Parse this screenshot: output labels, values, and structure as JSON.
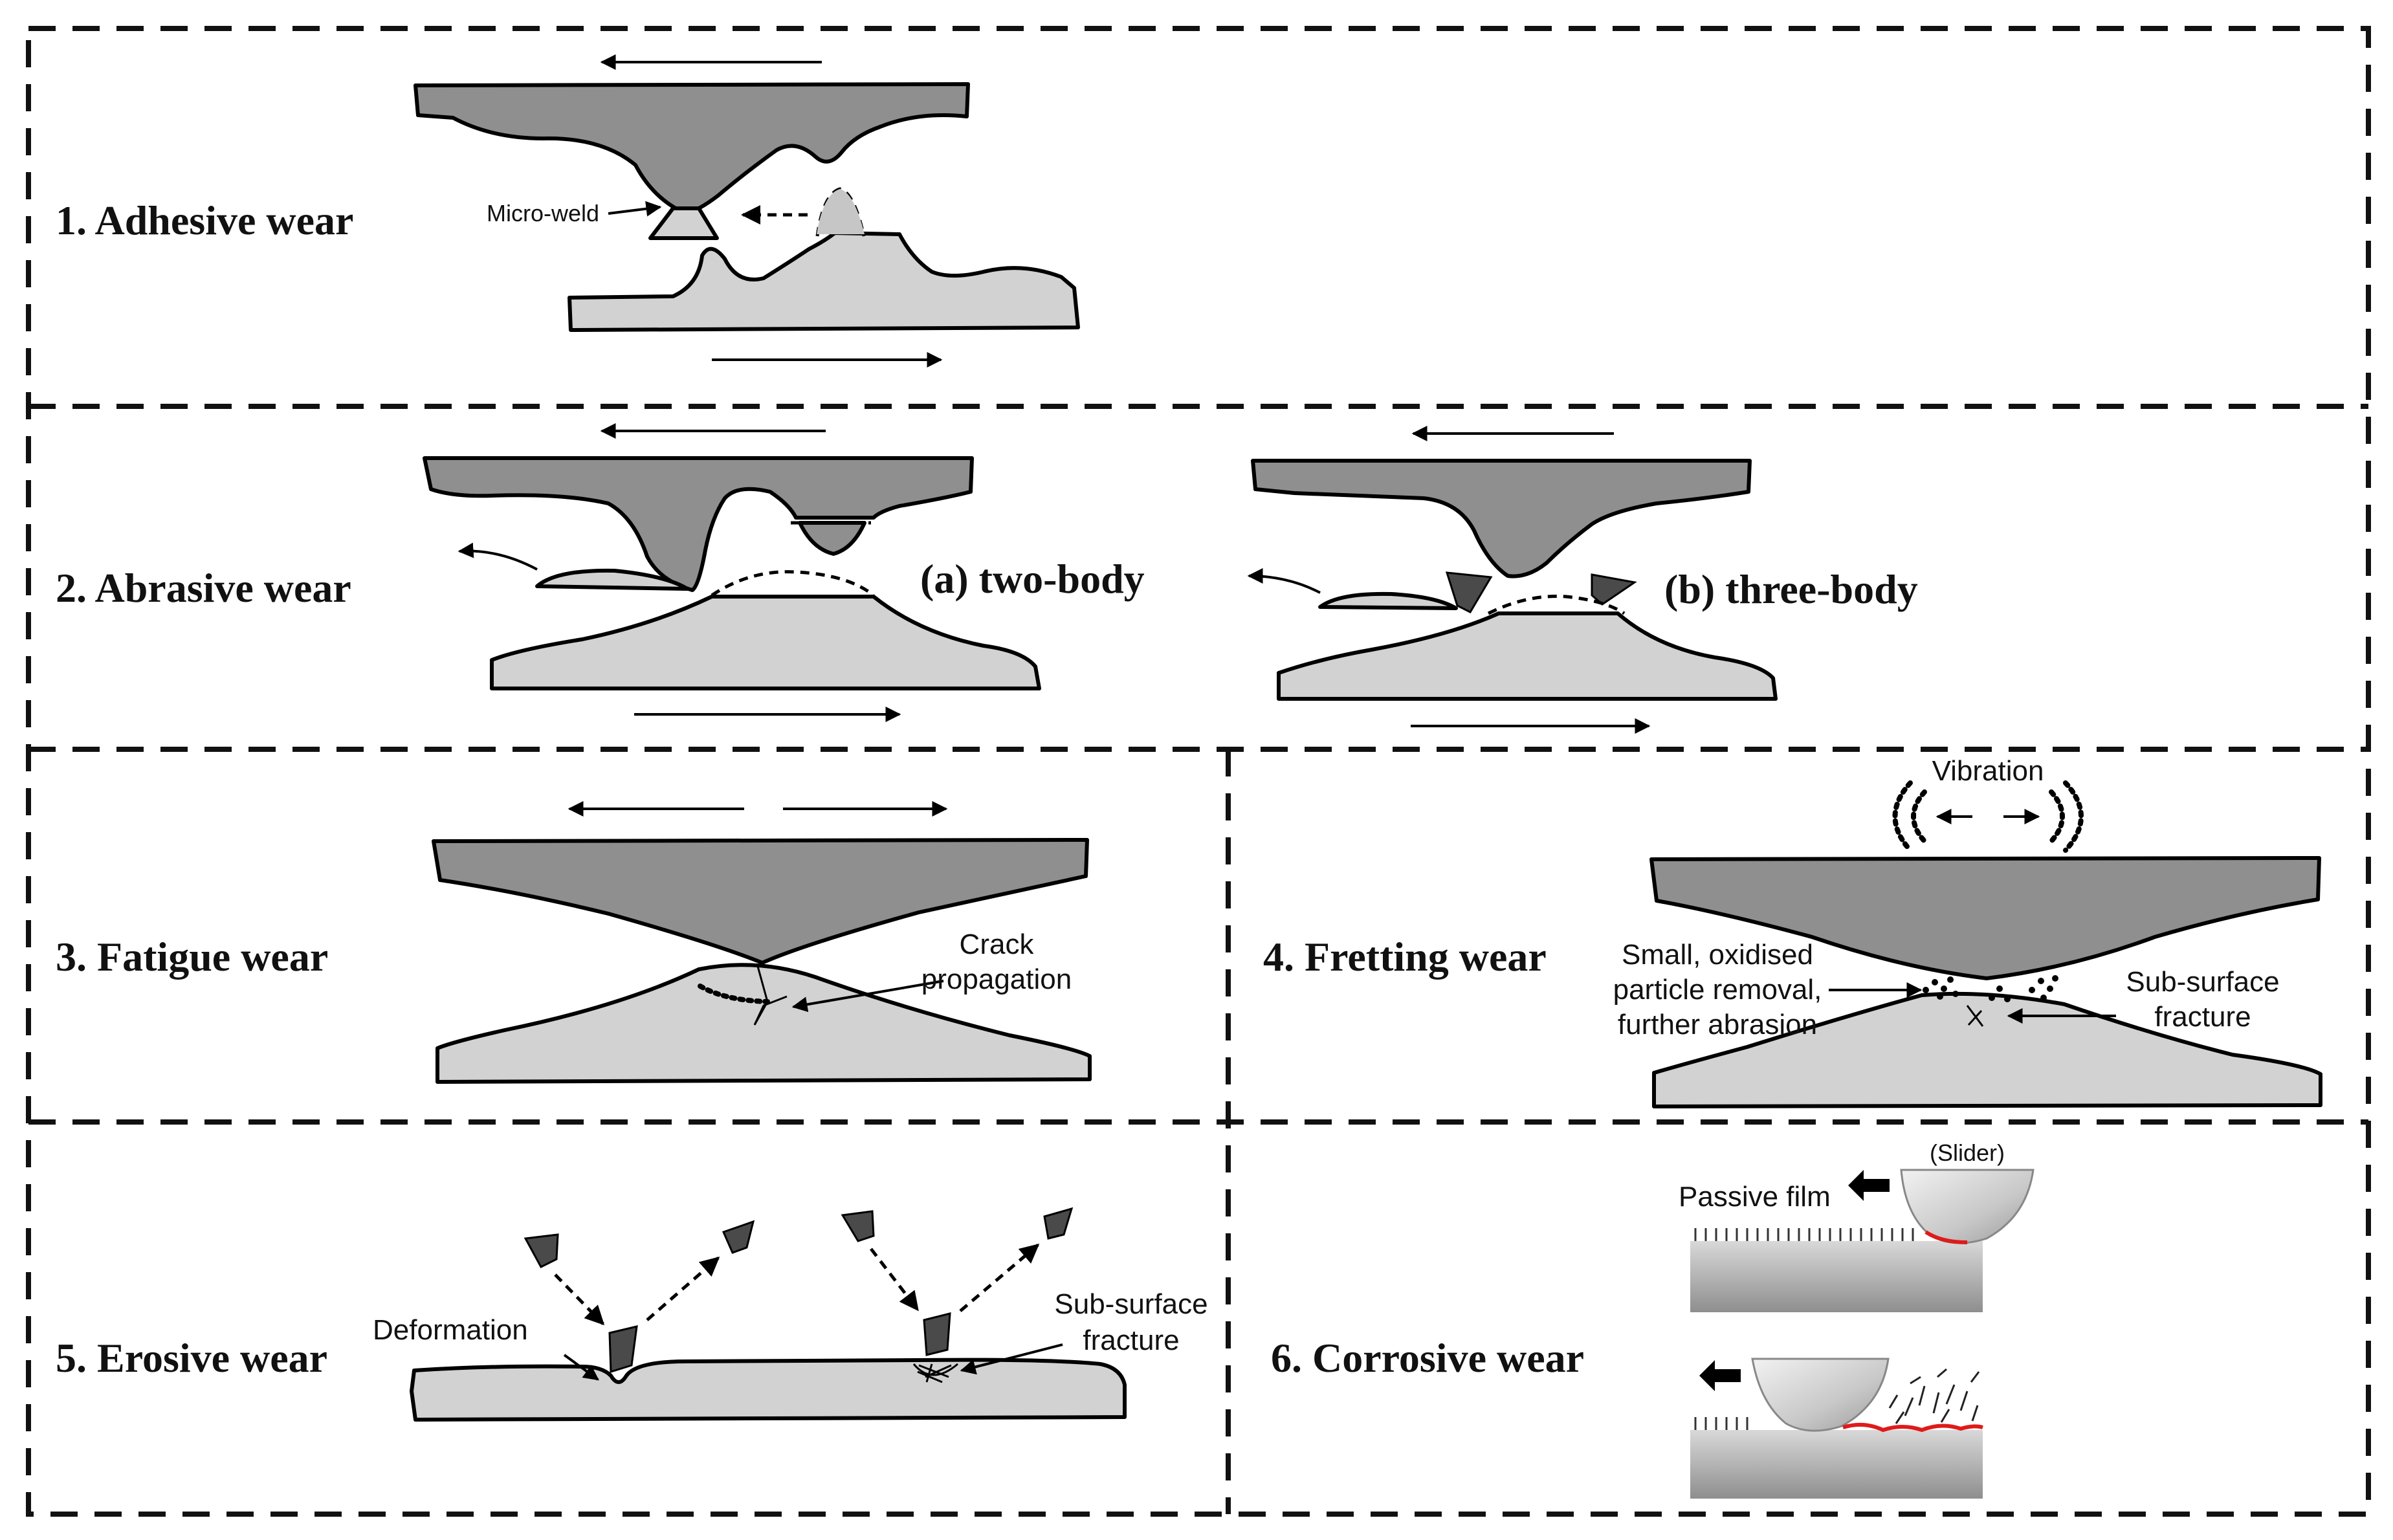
{
  "colors": {
    "upper_body": "#8f8f8f",
    "lower_body": "#d2d2d2",
    "particle": "#4a4a4a",
    "outline": "#000000",
    "film_defect": "#e01a1a"
  },
  "panels": {
    "adhesive": {
      "heading": "1. Adhesive wear",
      "labels": {
        "micro_weld": "Micro-weld"
      }
    },
    "abrasive": {
      "heading": "2. Abrasive wear",
      "labels": {
        "two_body": "(a) two-body",
        "three_body": "(b) three-body"
      }
    },
    "fatigue": {
      "heading": "3. Fatigue wear",
      "labels": {
        "crack_line1": "Crack",
        "crack_line2": "propagation"
      }
    },
    "fretting": {
      "heading": "4. Fretting wear",
      "labels": {
        "vibration": "Vibration",
        "removal_line1": "Small, oxidised",
        "removal_line2": "particle removal,",
        "removal_line3": "further abrasion",
        "fracture_line1": "Sub-surface",
        "fracture_line2": "fracture"
      }
    },
    "erosive": {
      "heading": "5. Erosive wear",
      "labels": {
        "deformation": "Deformation",
        "fracture_line1": "Sub-surface",
        "fracture_line2": "fracture"
      }
    },
    "corrosive": {
      "heading": "6. Corrosive wear",
      "labels": {
        "slider": "(Slider)",
        "passive_film": "Passive film"
      }
    }
  }
}
